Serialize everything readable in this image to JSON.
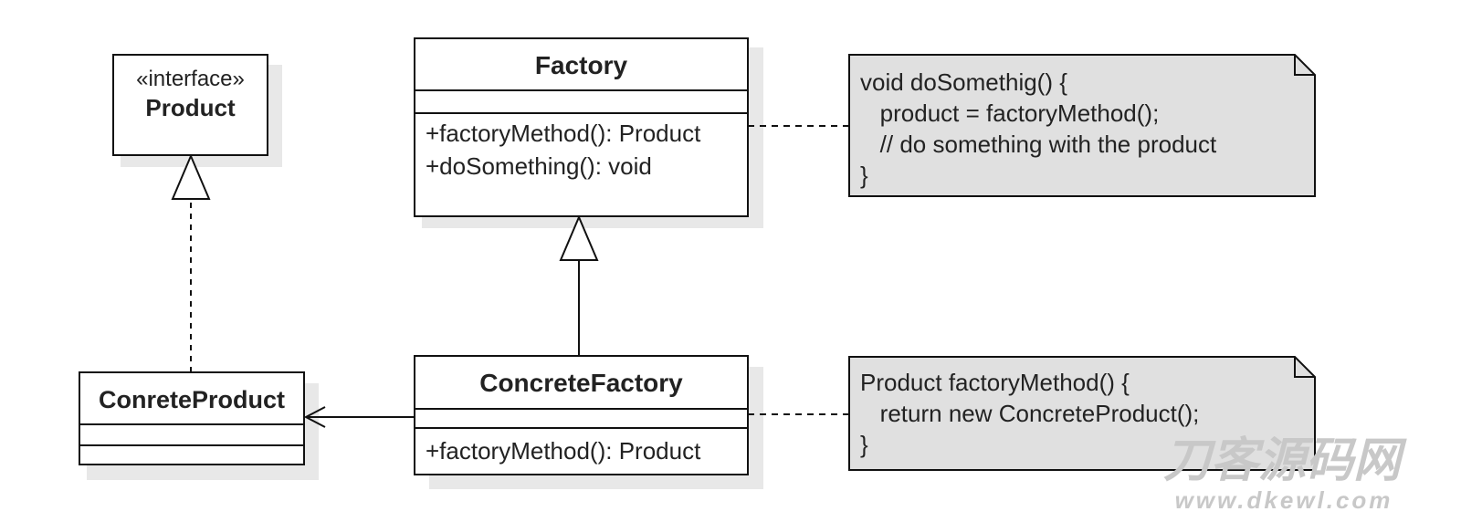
{
  "product_interface": {
    "stereotype": "«interface»",
    "name": "Product"
  },
  "factory": {
    "name": "Factory",
    "attributes": [],
    "methods": [
      "+factoryMethod(): Product",
      "+doSomething(): void"
    ]
  },
  "concrete_factory": {
    "name": "ConcreteFactory",
    "attributes": [],
    "methods": [
      "+factoryMethod(): Product"
    ]
  },
  "concrete_product": {
    "name": "ConreteProduct",
    "attributes": [],
    "methods": []
  },
  "notes": {
    "factory_note": [
      "void doSomethig() {",
      "   product = factoryMethod();",
      "   // do something with the product",
      "}"
    ],
    "concrete_factory_note": [
      "Product factoryMethod() {",
      "   return new ConcreteProduct();",
      "}"
    ]
  },
  "watermark": {
    "title": "刀客源码网",
    "url": "www.dkewl.com"
  },
  "colors": {
    "line": "#111111",
    "box_fill": "#ffffff",
    "note_fill": "#e0e0e0",
    "shadow": "#e8e8e8",
    "watermark": "#c4c4c4"
  }
}
